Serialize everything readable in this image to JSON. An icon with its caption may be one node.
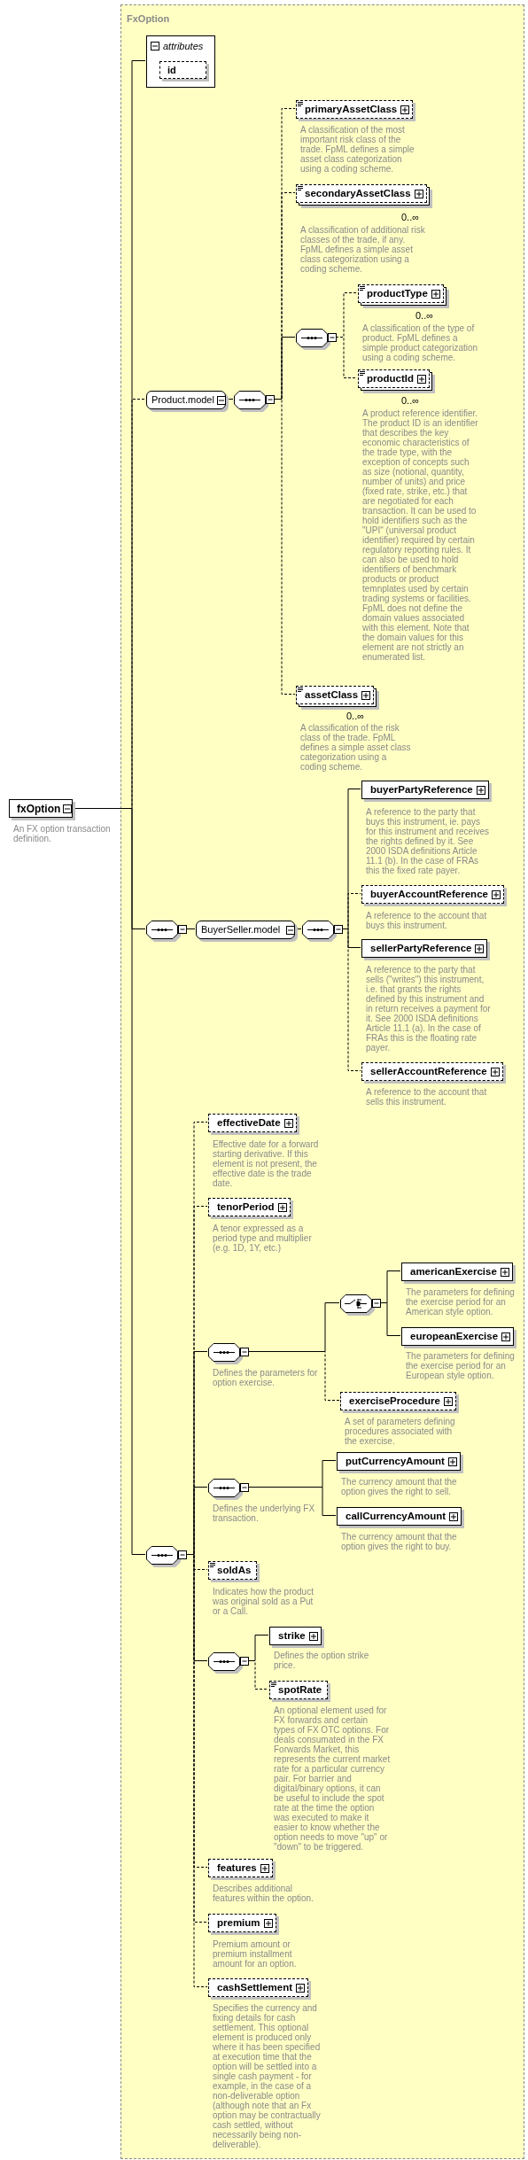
{
  "diagram": {
    "nodes": [
      {
        "text": [
          "FxOption"
        ]
      },
      {
        "text": [
          "fxOption"
        ],
        "beside": [
          "An FX option transaction definition."
        ]
      },
      {
        "text": [
          "attributes"
        ],
        "in": 0
      },
      {
        "text": [
          "id"
        ],
        "in": 2
      },
      {
        "text": [
          "Product.model"
        ],
        "in": 0
      },
      {
        "text": [],
        "shape": "octagon",
        "in": 0
      },
      {
        "text": [
          "primaryAssetClass"
        ],
        "in": 0,
        "beside": [
          "A classification of the most important risk class of the trade. FpML defines a simple asset class categorization using a coding scheme."
        ]
      },
      {
        "text": [
          "secondaryAssetClass"
        ],
        "in": 0,
        "beside": [
          "0..∞",
          "A classification of additional risk classes of the trade, if any. FpML defines a simple asset class categorization using a coding scheme."
        ]
      },
      {
        "text": [],
        "shape": "octagon",
        "in": 0
      },
      {
        "text": [
          "productType"
        ],
        "in": 0,
        "beside": [
          "0..∞",
          "A classification of the type of product. FpML defines a simple product categorization using a coding scheme."
        ]
      },
      {
        "text": [
          "productId"
        ],
        "in": 0,
        "beside": [
          "0..∞",
          "A product reference identifier. The product ID is an identifier that describes the key economic characteristics of the trade type, with the exception of concepts such as size (notional, quantity, number of units) and price (fixed rate, strike, etc.) that are negotiated for each transaction. It can be used to hold identifiers such as the \"UPI\" (universal product identifier) required by certain regulatory reporting rules. It can also be used to hold identifiers of benchmark products or product temnplates used by certain trading systems or facilities. FpML does not define the domain values associated with this element. Note that the domain values for this element are not strictly an enumerated list."
        ]
      },
      {
        "text": [
          "assetClass"
        ],
        "in": 0,
        "beside": [
          "0..∞",
          "A classification of the risk class of the trade. FpML defines a simple asset class categorization using a coding scheme."
        ]
      },
      {
        "text": [],
        "shape": "octagon",
        "in": 0
      },
      {
        "text": [
          "BuyerSeller.model"
        ],
        "in": 0
      },
      {
        "text": [],
        "shape": "octagon",
        "in": 0
      },
      {
        "text": [
          "buyerPartyReference"
        ],
        "in": 0,
        "beside": [
          "A reference to the party that buys this instrument, ie. pays for this instrument and receives the rights defined by it. See 2000 ISDA definitions Article 11.1 (b). In the case of FRAs this the fixed rate payer."
        ]
      },
      {
        "text": [
          "buyerAccountReference"
        ],
        "in": 0,
        "beside": [
          "A reference to the account that buys this instrument."
        ]
      },
      {
        "text": [
          "sellerPartyReference"
        ],
        "in": 0,
        "beside": [
          "A reference to the party that sells (\"writes\") this instrument, i.e. that grants the rights defined by this instrument and in return receives a payment for it. See 2000 ISDA definitions Article 11.1 (a). In the case of FRAs this is the floating rate payer."
        ]
      },
      {
        "text": [
          "sellerAccountReference"
        ],
        "in": 0,
        "beside": [
          "A reference to the account that sells this instrument."
        ]
      },
      {
        "text": [],
        "shape": "octagon",
        "in": 0
      },
      {
        "text": [
          "effectiveDate"
        ],
        "in": 0,
        "beside": [
          "Effective date for a forward starting derivative. If this element is not present, the effective date is the trade date."
        ]
      },
      {
        "text": [
          "tenorPeriod"
        ],
        "in": 0,
        "beside": [
          "A tenor expressed as a period type and multiplier (e.g. 1D, 1Y, etc.)"
        ]
      },
      {
        "text": [],
        "shape": "octagon",
        "in": 0,
        "beside": [
          "Defines the parameters for option exercise."
        ]
      },
      {
        "text": [],
        "shape": "octagon",
        "in": 0
      },
      {
        "text": [
          "americanExercise"
        ],
        "in": 0,
        "beside": [
          "The parameters for defining the exercise period for an American style option."
        ]
      },
      {
        "text": [
          "europeanExercise"
        ],
        "in": 0,
        "beside": [
          "The parameters for defining the exercise period for an European style option."
        ]
      },
      {
        "text": [
          "exerciseProcedure"
        ],
        "in": 0,
        "beside": [
          "A set of parameters defining procedures associated with the exercise."
        ]
      },
      {
        "text": [],
        "shape": "octagon",
        "in": 0,
        "beside": [
          "Defines the underlying FX transaction."
        ]
      },
      {
        "text": [
          "putCurrencyAmount"
        ],
        "in": 0,
        "beside": [
          "The currency amount that the option gives the right to sell."
        ]
      },
      {
        "text": [
          "callCurrencyAmount"
        ],
        "in": 0,
        "beside": [
          "The currency amount that the option gives the right to buy."
        ]
      },
      {
        "text": [
          "soldAs"
        ],
        "in": 0,
        "beside": [
          "Indicates how the product was original sold as a Put or a Call."
        ]
      },
      {
        "text": [],
        "shape": "octagon",
        "in": 0
      },
      {
        "text": [
          "strike"
        ],
        "in": 0,
        "beside": [
          "Defines the option strike price."
        ]
      },
      {
        "text": [
          "spotRate"
        ],
        "in": 0,
        "beside": [
          "An optional element used for FX forwards and certain types of FX OTC options. For deals consumated in the FX Forwards Market, this represents the current market rate for a particular currency pair. For barrier and digital/binary options, it can be useful to include the spot rate at the time the option was executed to make it easier to know whether the option needs to move \"up\" or \"down\" to be triggered."
        ]
      },
      {
        "text": [
          "features"
        ],
        "in": 0,
        "beside": [
          "Describes additional features within the option."
        ]
      },
      {
        "text": [
          "premium"
        ],
        "in": 0,
        "beside": [
          "Premium amount or premium installment amount for an option."
        ]
      },
      {
        "text": [
          "cashSettlement"
        ],
        "in": 0,
        "beside": [
          "Specifies the currency and fixing details for cash settlement. This optional element is produced only where it has been specified at execution time that the option will be settled into a single cash payment - for example, in the case of a non-deliverable option (although note that an Fx option may be contractually cash settled, without necessarily being non-deliverable)."
        ]
      }
    ],
    "edges": [
      {
        "from": 1,
        "to": 2,
        "arrow": "none"
      },
      {
        "from": 1,
        "to": 4,
        "arrow": "none",
        "style": "dashed"
      },
      {
        "from": 1,
        "to": 12,
        "arrow": "none"
      },
      {
        "from": 1,
        "to": 19,
        "arrow": "none"
      },
      {
        "from": 4,
        "to": 5,
        "arrow": "none"
      },
      {
        "from": 5,
        "to": 6,
        "arrow": "none",
        "style": "dashed"
      },
      {
        "from": 5,
        "to": 7,
        "arrow": "none",
        "style": "dashed"
      },
      {
        "from": 5,
        "to": 8,
        "arrow": "none"
      },
      {
        "from": 5,
        "to": 11,
        "arrow": "none",
        "style": "dashed"
      },
      {
        "from": 8,
        "to": 9,
        "arrow": "none",
        "style": "dashed"
      },
      {
        "from": 8,
        "to": 10,
        "arrow": "none",
        "style": "dashed"
      },
      {
        "from": 12,
        "to": 13,
        "arrow": "none"
      },
      {
        "from": 13,
        "to": 14,
        "arrow": "none"
      },
      {
        "from": 14,
        "to": 15,
        "arrow": "none"
      },
      {
        "from": 14,
        "to": 16,
        "arrow": "none",
        "style": "dashed"
      },
      {
        "from": 14,
        "to": 17,
        "arrow": "none"
      },
      {
        "from": 14,
        "to": 18,
        "arrow": "none",
        "style": "dashed"
      },
      {
        "from": 19,
        "to": 20,
        "arrow": "none",
        "style": "dashed"
      },
      {
        "from": 19,
        "to": 21,
        "arrow": "none",
        "style": "dashed"
      },
      {
        "from": 19,
        "to": 22,
        "arrow": "none"
      },
      {
        "from": 22,
        "to": 23,
        "arrow": "none"
      },
      {
        "from": 23,
        "to": 24,
        "arrow": "none"
      },
      {
        "from": 23,
        "to": 25,
        "arrow": "none"
      },
      {
        "from": 22,
        "to": 26,
        "arrow": "none",
        "style": "dashed"
      },
      {
        "from": 19,
        "to": 27,
        "arrow": "none"
      },
      {
        "from": 27,
        "to": 28,
        "arrow": "none"
      },
      {
        "from": 27,
        "to": 29,
        "arrow": "none"
      },
      {
        "from": 19,
        "to": 30,
        "arrow": "none",
        "style": "dashed"
      },
      {
        "from": 19,
        "to": 31,
        "arrow": "none"
      },
      {
        "from": 31,
        "to": 32,
        "arrow": "none"
      },
      {
        "from": 31,
        "to": 33,
        "arrow": "none",
        "style": "dashed"
      },
      {
        "from": 19,
        "to": 34,
        "arrow": "none",
        "style": "dashed"
      },
      {
        "from": 19,
        "to": 35,
        "arrow": "none",
        "style": "dashed"
      },
      {
        "from": 19,
        "to": 36,
        "arrow": "none",
        "style": "dashed"
      }
    ]
  }
}
